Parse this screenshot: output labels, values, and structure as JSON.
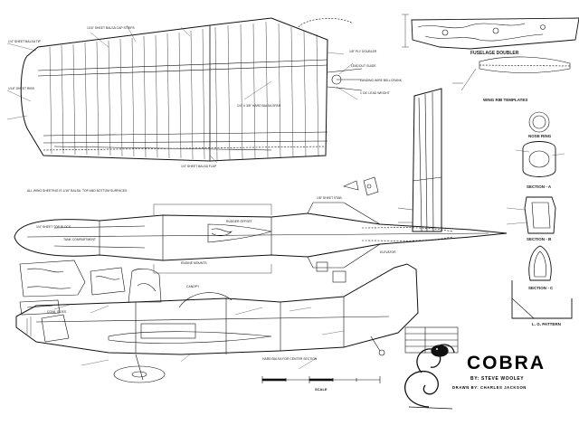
{
  "title": "COBRA",
  "designer": "BY: STEVE WOOLEY",
  "drafter": "DRAWN BY: CHARLES JACKSON",
  "scale_label": "SCALE",
  "wing_labels": {
    "tip": "1/4\" SHEET BALSA TIP",
    "rib_spacing": "1/16\" SHEET RIBS",
    "flap": "1/4\" SHEET BALSA FLAP",
    "spar": "1/4\" X 3/8\" HARD BALSA SPAR",
    "leadout": "LEADOUT GUIDE",
    "bellcrank": "LANDING WIRE BELLCRANK",
    "lead": "1 OZ. LEAD WEIGHT",
    "ply": "1/8\" PLY DOUBLER",
    "note": "1/16\" SHEET BALSA CAP STRIPS"
  },
  "template_labels": {
    "fuselage_doubler": "FUSELAGE DOUBLER",
    "rib_template": "WING RIB TEMPLATES",
    "nose_ring": "NOSE RING",
    "section_a": "SECTION - A",
    "section_b": "SECTION - B",
    "section_c": "SECTION - C",
    "ls_pattern": "L. G. PATTERN"
  },
  "fuselage_labels": {
    "top_block": "1/4\" SHEET TOP BLOCK",
    "cowl": "COWL SIDES",
    "engine": "ENGINE MOUNTS",
    "tank": "TANK COMPARTMENT",
    "canopy": "CANOPY",
    "stab": "1/8\" SHEET STAB",
    "elevator": "ELEVATOR",
    "rudder": "RUDDER OFFSET"
  },
  "notes": {
    "wing_note": "ALL WING SHEETING IS 1/16\" BALSA. TOP AND BOTTOM SURFACES.",
    "side_note": "HARD BALSA FOR CENTER SECTION"
  }
}
